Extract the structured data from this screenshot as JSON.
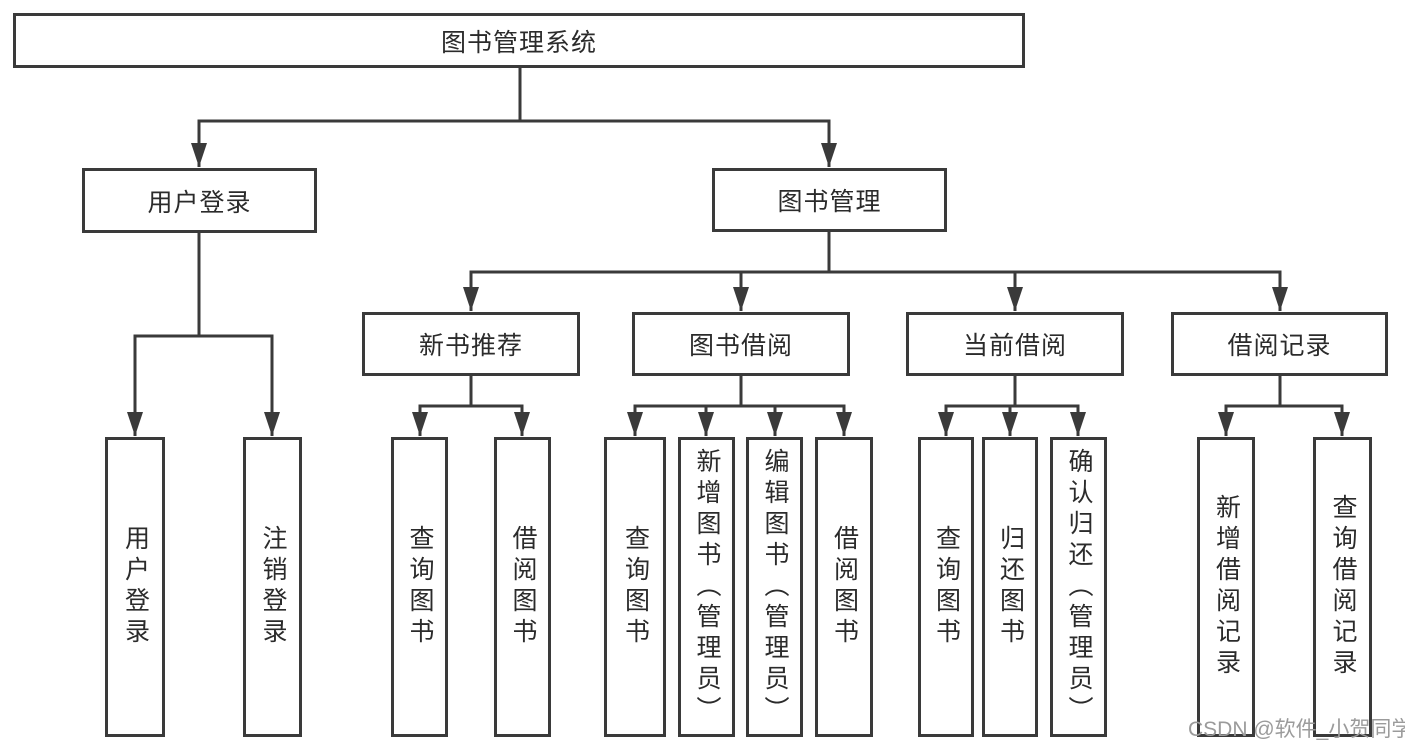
{
  "diagram": {
    "root": {
      "label": "图书管理系统"
    },
    "user_login": {
      "label": "用户登录",
      "children": [
        "用户登录",
        "注销登录"
      ]
    },
    "book_mgmt": {
      "label": "图书管理",
      "sections": [
        {
          "label": "新书推荐",
          "children": [
            "查询图书",
            "借阅图书"
          ]
        },
        {
          "label": "图书借阅",
          "children": [
            "查询图书",
            "新增图书（管理员）",
            "编辑图书（管理员）",
            "借阅图书"
          ]
        },
        {
          "label": "当前借阅",
          "children": [
            "查询图书",
            "归还图书",
            "确认归还（管理员）"
          ]
        },
        {
          "label": "借阅记录",
          "children": [
            "新增借阅记录",
            "查询借阅记录"
          ]
        }
      ]
    }
  },
  "watermark": {
    "text": "CSDN @软件_小贺同学"
  },
  "colors": {
    "line": "#3a3a3a",
    "text": "#2b2b2b",
    "watermark": "#9b9b9b",
    "background": "#ffffff"
  }
}
